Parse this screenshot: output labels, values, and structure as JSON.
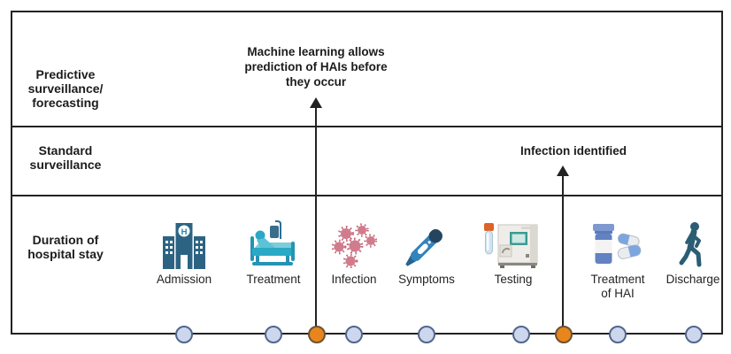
{
  "diagram": {
    "rows": {
      "predictive": {
        "label": "Predictive\nsurveillance/\nforecasting",
        "annotation": "Machine learning allows\nprediction of HAIs before\nthey occur"
      },
      "standard": {
        "label": "Standard\nsurveillance",
        "annotation": "Infection identified"
      },
      "duration": {
        "label": "Duration of\nhospital stay"
      }
    },
    "timeline": {
      "events": [
        {
          "label": "Admission",
          "icon": "hospital-building-icon"
        },
        {
          "label": "Treatment",
          "icon": "patient-bed-icon"
        },
        {
          "label": "Infection",
          "icon": "virus-particles-icon"
        },
        {
          "label": "Symptoms",
          "icon": "thermometer-icon"
        },
        {
          "label": "Testing",
          "icon": "test-tube-analyzer-icon"
        },
        {
          "label": "Treatment\nof HAI",
          "icon": "pill-bottle-capsules-icon"
        },
        {
          "label": "Discharge",
          "icon": "walking-person-icon"
        }
      ],
      "markers": [
        {
          "type": "event"
        },
        {
          "type": "event"
        },
        {
          "type": "alert"
        },
        {
          "type": "event"
        },
        {
          "type": "event"
        },
        {
          "type": "event"
        },
        {
          "type": "alert"
        },
        {
          "type": "event"
        },
        {
          "type": "event"
        }
      ]
    },
    "colors": {
      "frame_border": "#222222",
      "marker_blue_fill": "#ccd7ee",
      "marker_blue_border": "#52658c",
      "marker_orange_fill": "#e8861d",
      "marker_orange_border": "#6b5233",
      "icon_dark_blue": "#2c6383",
      "icon_teal": "#29a9c5",
      "icon_rose": "#d07c8c",
      "icon_blue": "#3383bd",
      "icon_slate_blue": "#6282c2"
    }
  }
}
